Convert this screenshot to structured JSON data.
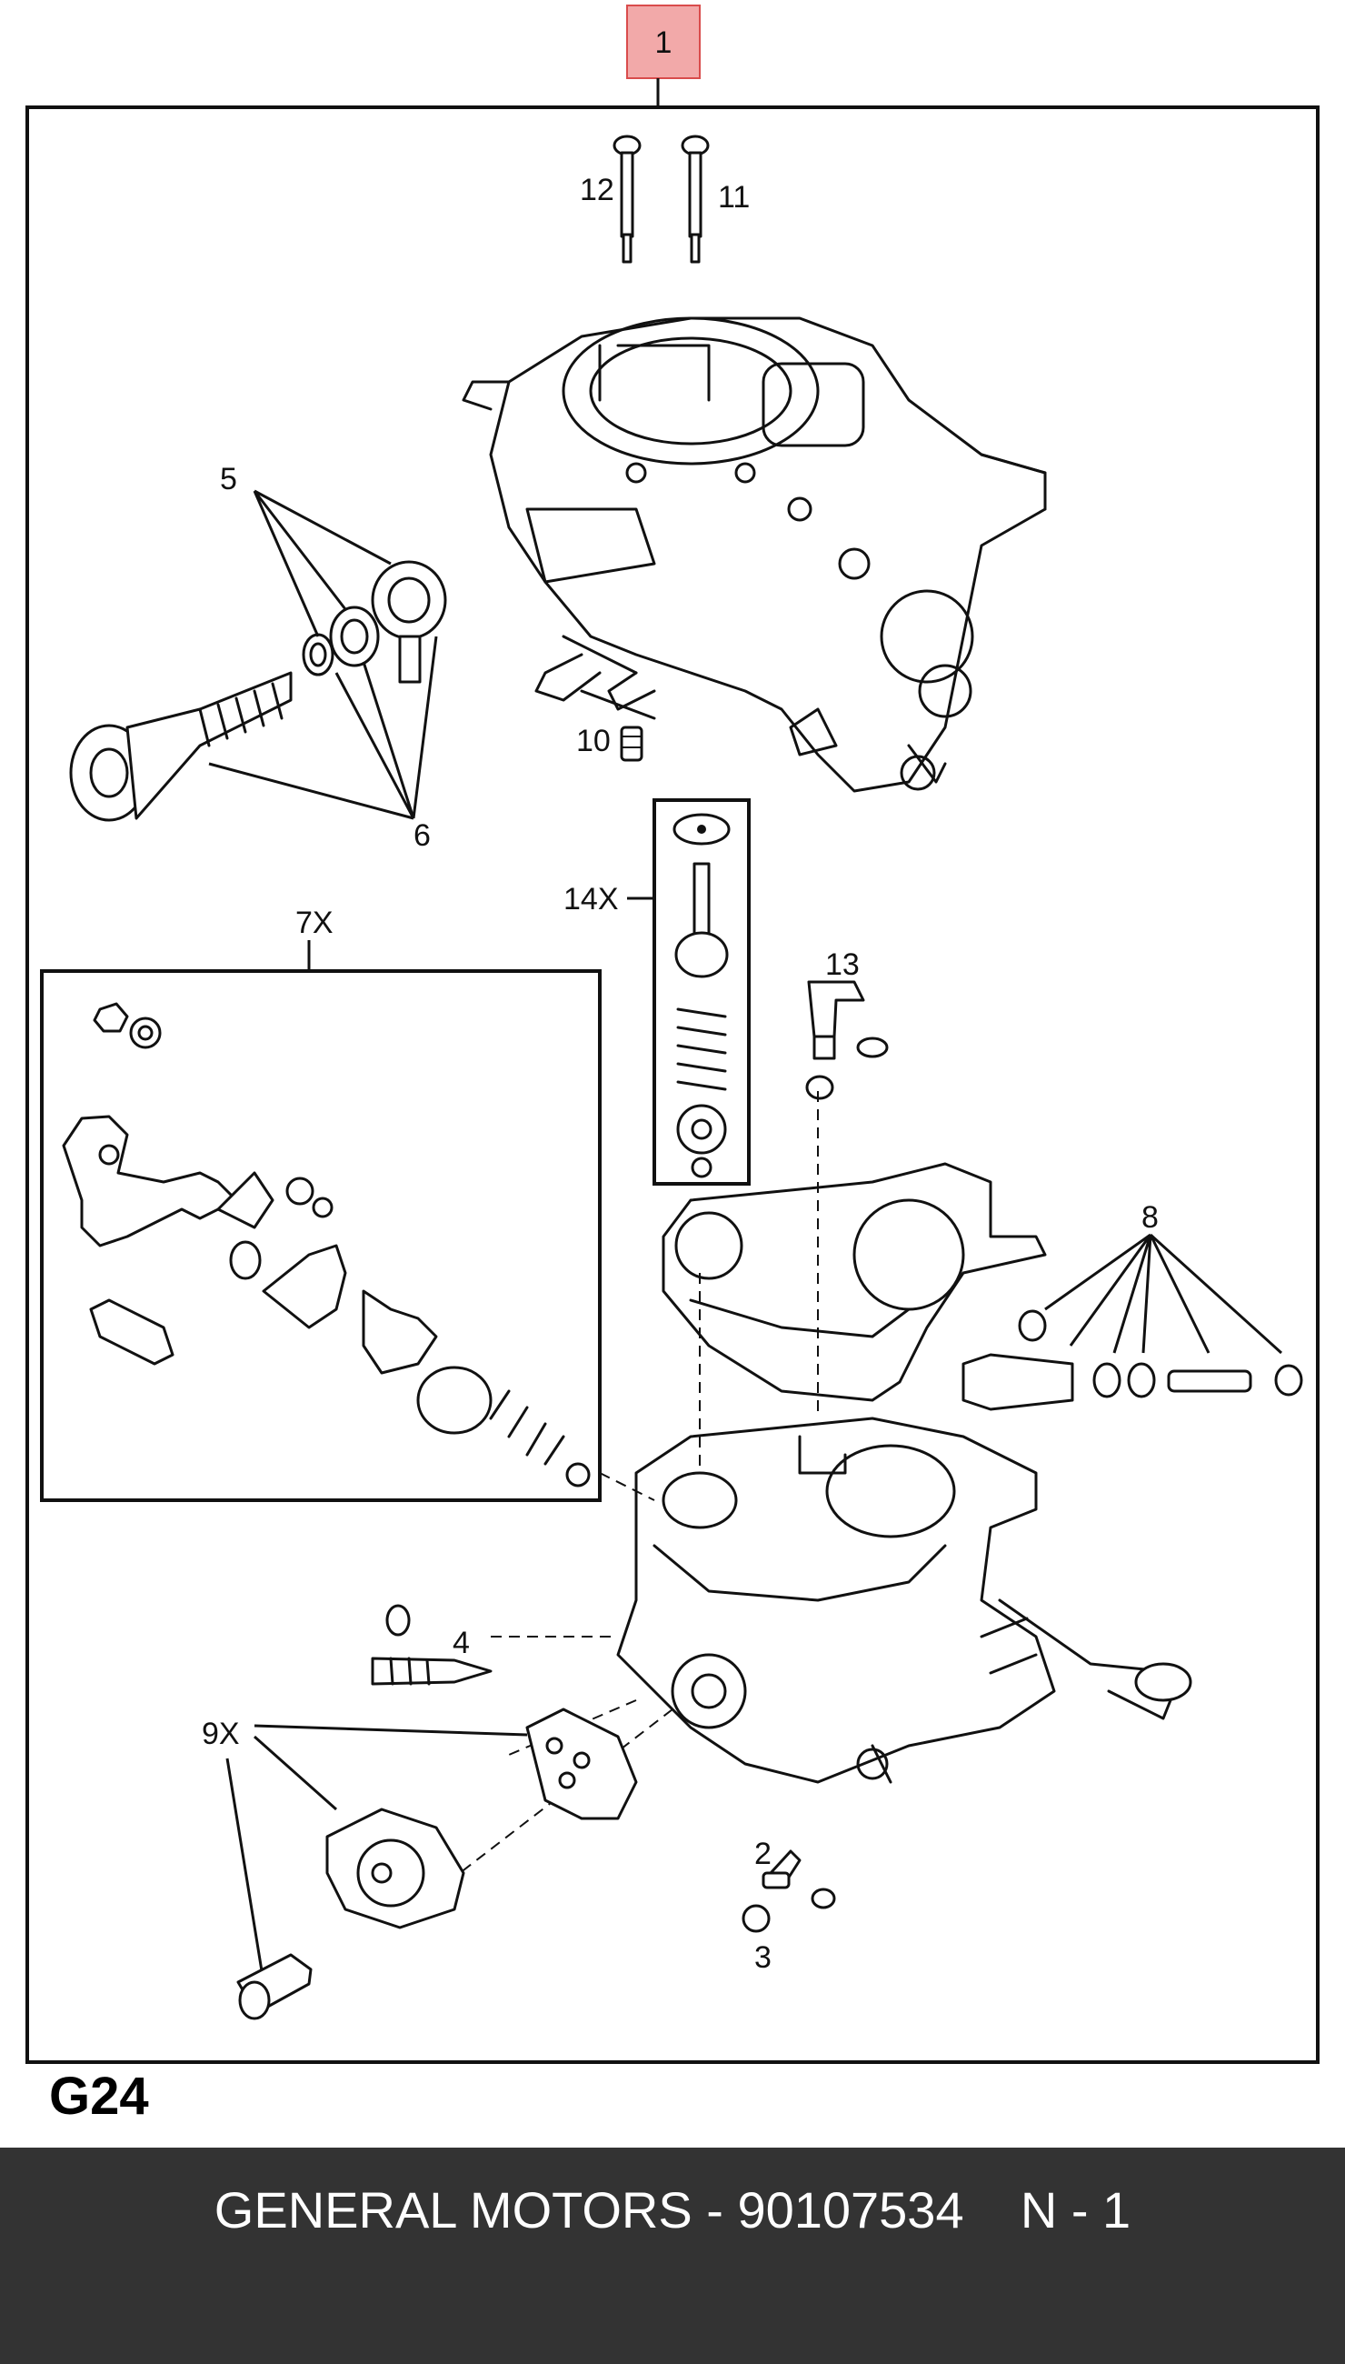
{
  "diagram": {
    "frame_callout": "1",
    "callout_fill": "#f2a9a9",
    "callout_stroke": "#d94c4c",
    "page_code": "G24",
    "labels": {
      "l12": "12",
      "l11": "11",
      "l5": "5",
      "l6": "6",
      "l10": "10",
      "l14x": "14X",
      "l13": "13",
      "l7x": "7X",
      "l8": "8",
      "l4": "4",
      "l9x": "9X",
      "l2": "2",
      "l3": "3"
    }
  },
  "footer": {
    "text": "GENERAL MOTORS - 90107534    N - 1",
    "background": "#333333"
  }
}
